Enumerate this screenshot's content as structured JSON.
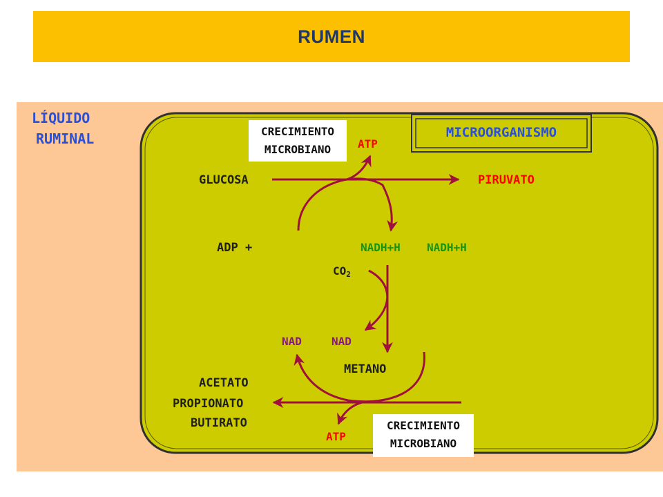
{
  "header": {
    "title": "RUMEN"
  },
  "diagram": {
    "outside_label_line1": "LÍQUIDO",
    "outside_label_line2": "RUMINAL",
    "cell_label": "MICROORGANISMO",
    "growth_box_top": {
      "line1": "CRECIMIENTO",
      "line2": "MICROBIANO"
    },
    "growth_box_bottom": {
      "line1": "CRECIMIENTO",
      "line2": "MICROBIANO"
    },
    "glucose": "GLUCOSA",
    "pyruvate": "PIRUVATO",
    "atp_top": "ATP",
    "adp": "ADP +",
    "nadh_1": "NADH+H",
    "nadh_2": "NADH+H",
    "co2_base": "CO",
    "co2_sub": "2",
    "nad_1": "NAD",
    "nad_2": "NAD",
    "methane": "METANO",
    "acetate": "ACETATO",
    "propionate": "PROPIONATO",
    "butyrate": "BUTIRATO",
    "atp_bottom": "ATP",
    "colors": {
      "background": "#fdc896",
      "cell_fill": "#cccc00",
      "arrow": "#a0103c",
      "red_text": "#ff0000",
      "green_text": "#149614",
      "purple_text": "#8c148c",
      "dark_text": "#202020",
      "box_text": "#101010",
      "frame_stroke": "#303030"
    }
  }
}
